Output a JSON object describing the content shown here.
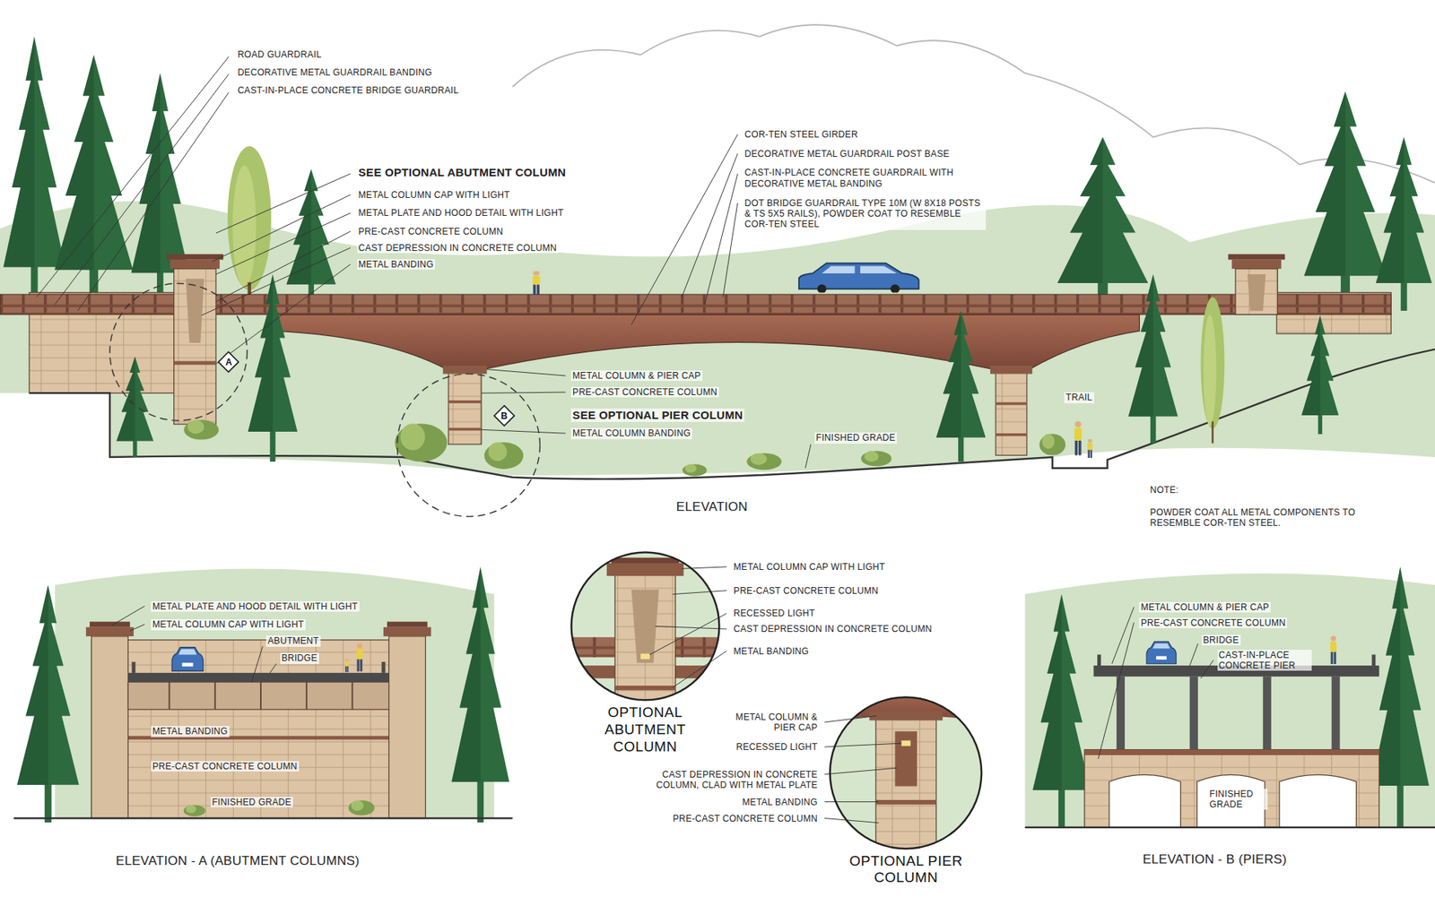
{
  "diagram": {
    "nodes": [
      {
        "text": [
          "A"
        ]
      },
      {
        "text": [
          "B"
        ]
      },
      {
        "text": [
          "OPTIONAL ABUTMENT COLUMN"
        ]
      },
      {
        "text": [
          "OPTIONAL PIER COLUMN"
        ]
      }
    ],
    "labels": [
      "ROAD GUARDRAIL",
      "DECORATIVE METAL GUARDRAIL BANDING",
      "CAST-IN-PLACE CONCRETE BRIDGE GUARDRAIL",
      "SEE OPTIONAL ABUTMENT COLUMN",
      "METAL COLUMN CAP WITH LIGHT",
      "METAL PLATE AND HOOD DETAIL WITH LIGHT",
      "PRE-CAST CONCRETE COLUMN",
      "CAST DEPRESSION IN CONCRETE COLUMN",
      "METAL BANDING",
      "COR-TEN STEEL GIRDER",
      "DECORATIVE METAL GUARDRAIL POST BASE",
      "CAST-IN-PLACE CONCRETE GUARDRAIL WITH DECORATIVE METAL BANDING",
      "DOT BRIDGE GUARDRAIL TYPE 10M (W 8X18 POSTS & TS 5X5 RAILS), POWDER COAT TO RESEMBLE COR-TEN STEEL",
      "METAL COLUMN & PIER CAP",
      "PRE-CAST CONCRETE COLUMN",
      "SEE OPTIONAL PIER COLUMN",
      "METAL COLUMN BANDING",
      "FINISHED GRADE",
      "TRAIL",
      "ELEVATION",
      "NOTE:",
      "POWDER COAT ALL METAL COMPONENTS TO RESEMBLE COR-TEN STEEL.",
      "METAL PLATE AND HOOD DETAIL WITH LIGHT",
      "METAL COLUMN CAP WITH LIGHT",
      "ABUTMENT",
      "BRIDGE",
      "METAL BANDING",
      "PRE-CAST CONCRETE COLUMN",
      "FINISHED GRADE",
      "ELEVATION - A (ABUTMENT COLUMNS)",
      "METAL COLUMN CAP WITH LIGHT",
      "PRE-CAST CONCRETE COLUMN",
      "RECESSED LIGHT",
      "CAST DEPRESSION IN CONCRETE COLUMN",
      "METAL BANDING",
      "METAL COLUMN & PIER CAP",
      "RECESSED LIGHT",
      "CAST DEPRESSION IN CONCRETE COLUMN, CLAD WITH METAL PLATE",
      "METAL BANDING",
      "PRE-CAST CONCRETE COLUMN",
      "METAL COLUMN & PIER CAP",
      "PRE-CAST CONCRETE COLUMN",
      "BRIDGE",
      "CAST-IN-PLACE CONCRETE PIER",
      "FINISHED GRADE",
      "ELEVATION - B (PIERS)"
    ]
  }
}
